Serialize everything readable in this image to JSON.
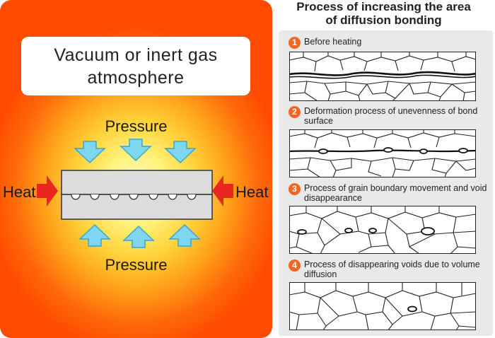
{
  "left": {
    "atmosphere_line1": "Vacuum or inert gas",
    "atmosphere_line2": "atmosphere",
    "pressure_top": "Pressure",
    "pressure_bottom": "Pressure",
    "heat_left": "Heat",
    "heat_right": "Heat",
    "colors": {
      "outer": "#ff4b00",
      "center": "#fffbd0",
      "arrow_pressure": "#7fd6f0",
      "arrow_heat": "#e8281e"
    }
  },
  "right": {
    "title_line1": "Process of increasing the area",
    "title_line2": "of diffusion bonding",
    "steps": [
      {
        "num": "1",
        "text": "Before heating"
      },
      {
        "num": "2",
        "text": "Deformation process of unevenness of bond surface"
      },
      {
        "num": "3",
        "text": "Process of grain boundary movement and void disappearance"
      },
      {
        "num": "4",
        "text": "Process of disappearing voids due to volume diffusion"
      }
    ]
  }
}
